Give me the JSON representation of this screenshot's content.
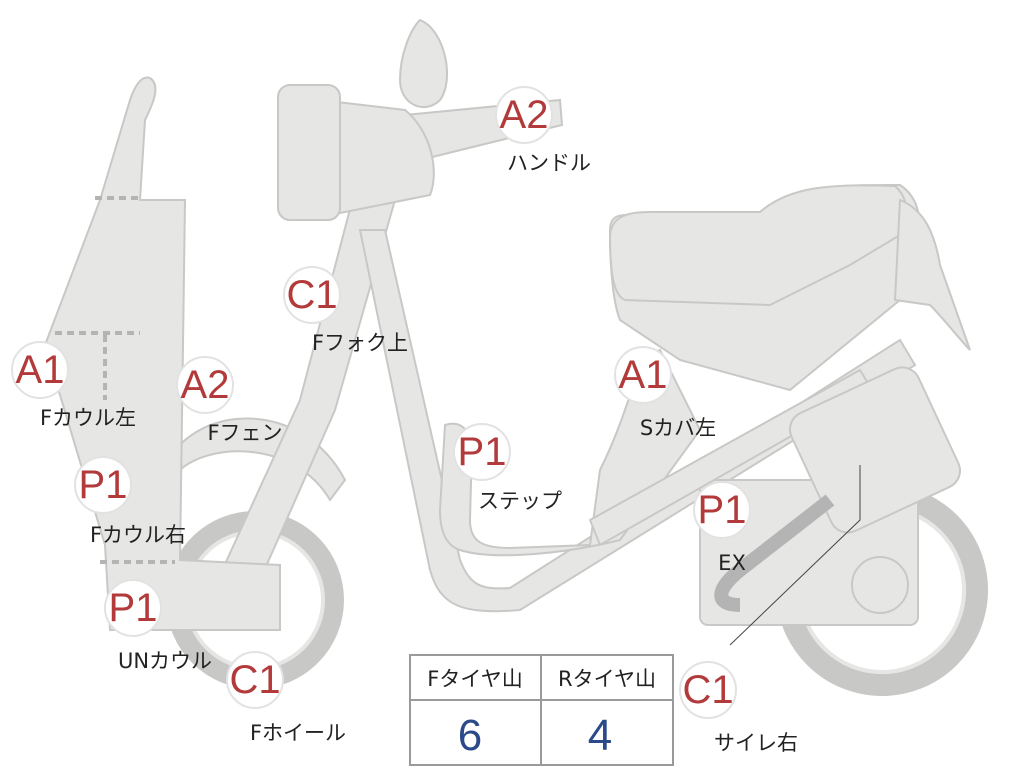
{
  "parts": [
    {
      "id": "handle",
      "code": "A2",
      "label": "ハンドル"
    },
    {
      "id": "f-fork",
      "code": "C1",
      "label": "Fフォク上"
    },
    {
      "id": "f-cowl-left",
      "code": "A1",
      "label": "Fカウル左"
    },
    {
      "id": "f-fender",
      "code": "A2",
      "label": "Fフェン"
    },
    {
      "id": "s-cover-left",
      "code": "A1",
      "label": "Sカバ左"
    },
    {
      "id": "step",
      "code": "P1",
      "label": "ステップ"
    },
    {
      "id": "f-cowl-right",
      "code": "P1",
      "label": "Fカウル右"
    },
    {
      "id": "ex",
      "code": "P1",
      "label": "EX"
    },
    {
      "id": "un-cowl",
      "code": "P1",
      "label": "UNカウル"
    },
    {
      "id": "f-wheel",
      "code": "C1",
      "label": "Fホイール"
    },
    {
      "id": "silencer-right",
      "code": "C1",
      "label": "サイレ右"
    }
  ],
  "tires": {
    "front": {
      "label": "Fタイヤ山",
      "value": "6"
    },
    "rear": {
      "label": "Rタイヤ山",
      "value": "4"
    }
  },
  "colors": {
    "code": "#b33a3a",
    "value": "#2b4a8a",
    "part": "#e6e6e4"
  }
}
